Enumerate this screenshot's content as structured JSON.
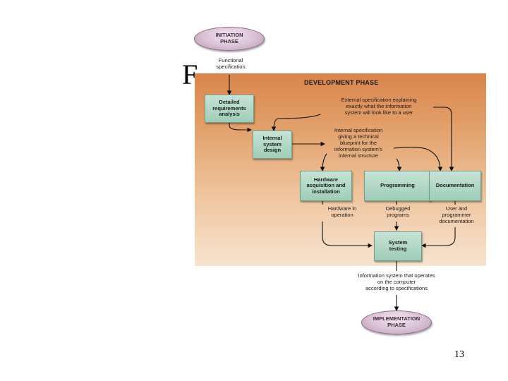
{
  "slide": {
    "title_fragment": "F",
    "page_number": "13"
  },
  "diagram": {
    "initiation_phase": "INITIATION\nPHASE",
    "functional_specification": "Functional\nspecification",
    "development_phase_title": "DEVELOPMENT PHASE",
    "detailed_requirements_analysis": "Detailed\nrequirements\nanalysis",
    "external_specification": "External specification explaining\nexactly what the information\nsystem will look like to a user",
    "internal_system_design": "Internal\nsystem\ndesign",
    "internal_specification": "Internal specification\ngiving a technical\nblueprint for the\ninformation system's\ninternal structure",
    "hardware_acquisition": "Hardware\nacquisition and\ninstallation",
    "programming": "Programming",
    "documentation": "Documentation",
    "hardware_in_operation": "Hardware in\noperation",
    "debugged_programs": "Debugged\nprograms",
    "user_programmer_documentation": "User and\nprogrammer\ndocumentation",
    "system_testing": "System\ntesting",
    "information_system_output": "Information system that operates\non the computer\naccording to specifications",
    "implementation_phase": "IMPLEMENTATION\nPHASE"
  }
}
